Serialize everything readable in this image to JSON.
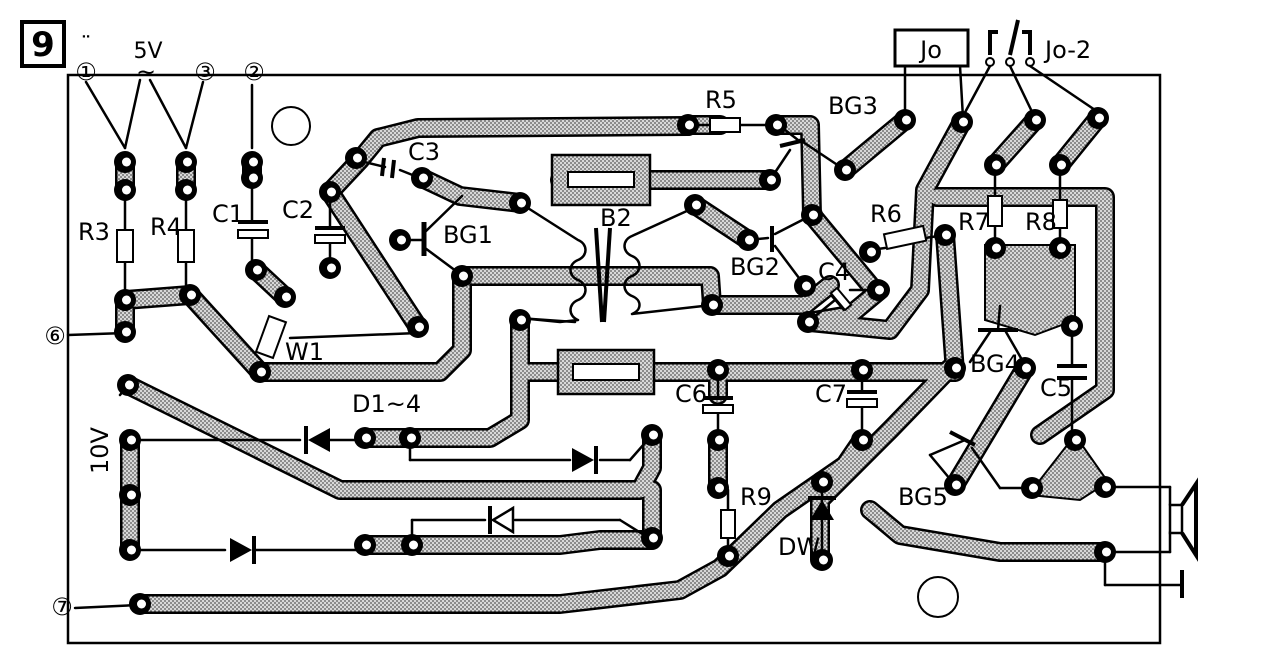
{
  "figure": {
    "number": "9"
  },
  "components": {
    "resistors": [
      "R3",
      "R4",
      "R5",
      "R6",
      "R7",
      "R8",
      "R9"
    ],
    "capacitors": [
      "C1",
      "C2",
      "C3",
      "C4",
      "C5",
      "C6",
      "C7"
    ],
    "transistors": [
      "BG1",
      "BG2",
      "BG3",
      "BG4",
      "BG5"
    ],
    "transformer": "B2",
    "relay": "Jo",
    "relay_contact": "Jo-2",
    "diodes": "D1~4",
    "zener": "DW",
    "potentiometer": "W1"
  },
  "terminals": {
    "t1": "①",
    "t2": "②",
    "t3": "③",
    "t6": "⑥",
    "t7": "⑦",
    "supply_ac": "5V",
    "supply_dc": "10V",
    "tilde": "~"
  }
}
